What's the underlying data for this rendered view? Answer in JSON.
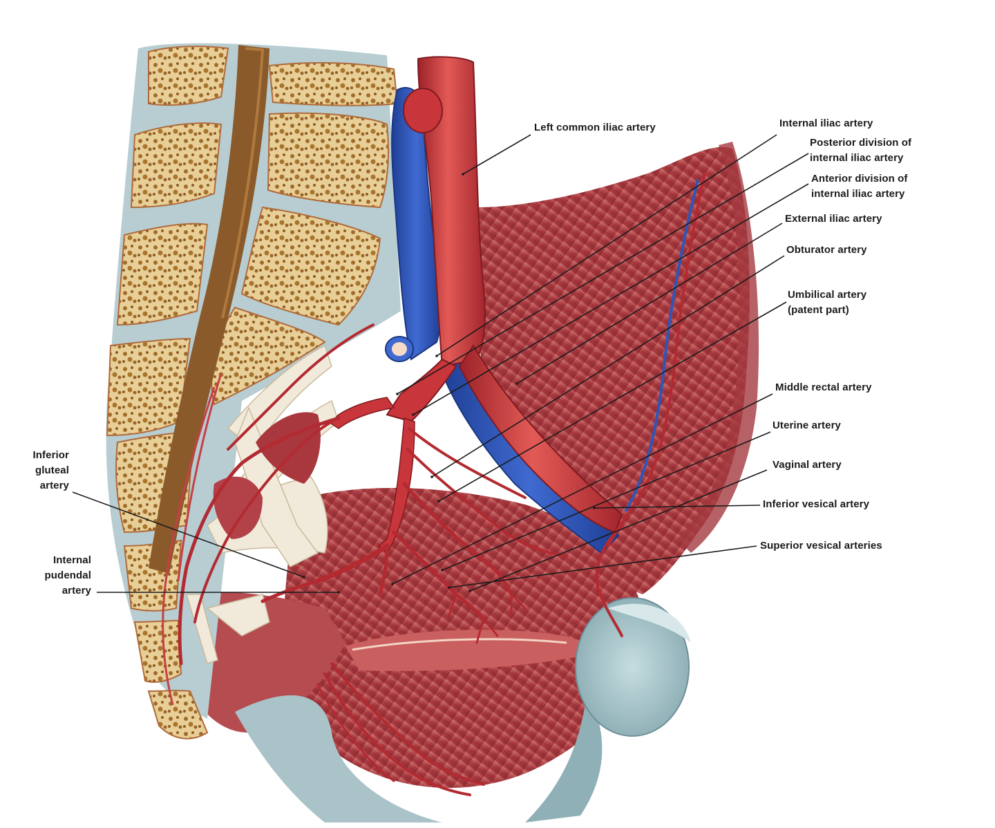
{
  "colors": {
    "bone": "#ead3a0",
    "bone_spongy": "#9a6a2a",
    "disc": "#b9cdd0",
    "artery": "#c8353a",
    "artery_dark": "#8e1f25",
    "vein": "#2f55b8",
    "muscle": "#b14a4e",
    "muscle_light": "#cf8a86",
    "ligament": "#efe6d6",
    "cartilage": "#9fbec4",
    "leader_line": "#1a1a1a",
    "label_text": "#1a1a1a"
  },
  "labels": {
    "left_common_iliac": "Left common iliac artery",
    "internal_iliac": "Internal iliac artery",
    "posterior_division": [
      "Posterior division of",
      "internal iliac artery"
    ],
    "anterior_division": [
      "Anterior division of",
      "internal iliac artery"
    ],
    "external_iliac": "External iliac artery",
    "obturator": "Obturator artery",
    "umbilical": [
      "Umbilical artery",
      "(patent part)"
    ],
    "middle_rectal": "Middle rectal artery",
    "uterine": "Uterine artery",
    "vaginal": "Vaginal artery",
    "inferior_vesical": "Inferior vesical artery",
    "superior_vesical": "Superior vesical arteries",
    "inferior_gluteal": [
      "Inferior",
      "gluteal",
      "artery"
    ],
    "internal_pudendal": [
      "Internal",
      "pudendal",
      "artery"
    ]
  }
}
